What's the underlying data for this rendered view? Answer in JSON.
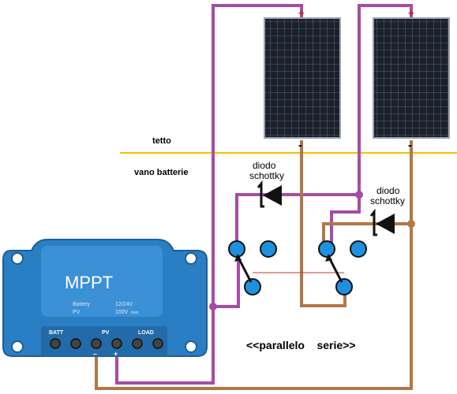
{
  "labels": {
    "roof": "tetto",
    "battery_room": "vano batterie",
    "diode_left_line1": "diodo",
    "diode_left_line2": "schottky",
    "diode_right_line1": "diodo",
    "diode_right_line2": "schottky",
    "mode_text": "<<parallelo    serie>>",
    "plus_left": "+",
    "plus_right": "+",
    "minus_left": "-",
    "minus_right": "-"
  },
  "controller": {
    "title": "MPPT",
    "spec_battery_label": "Battery",
    "spec_battery_value": "12/24V",
    "spec_pv_label": "PV",
    "spec_pv_value": "100V",
    "spec_pv_unit": "max",
    "port_batt": "BATT",
    "port_pv": "PV",
    "port_load": "LOAD",
    "pv_minus": "–",
    "pv_plus": "+"
  },
  "colors": {
    "wire_positive": "#a64ca6",
    "wire_negative": "#b07848",
    "roof_line": "#f2c200",
    "thin_link": "#cc3333",
    "terminal": "#1e90e0",
    "panel": "#1e2430",
    "controller": "#2a7fc4"
  },
  "icons": [
    "solar-panel-icon",
    "schottky-diode-icon",
    "switch-terminal-icon",
    "mppt-controller-icon"
  ]
}
